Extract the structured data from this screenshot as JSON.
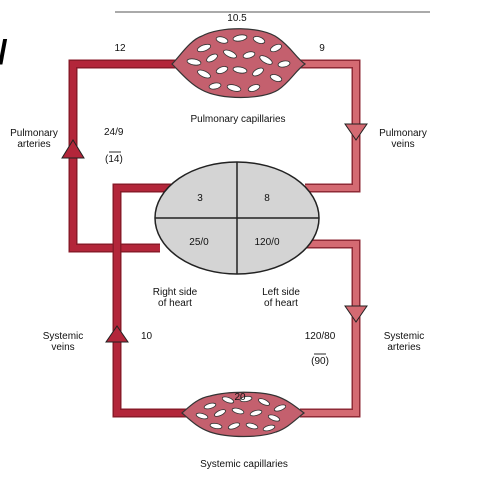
{
  "header": {
    "partial_glyph": "/"
  },
  "colors": {
    "arterial": "#c0394a",
    "venous": "#b3263a",
    "dark_red": "#8a1a28",
    "heart_fill": "#d4d4d4",
    "outline": "#222222"
  },
  "heart": {
    "right_atrium": "3",
    "left_atrium": "8",
    "right_ventricle": "25/0",
    "left_ventricle": "120/0",
    "right_side_line1": "Right side",
    "right_side_line2": "of heart",
    "left_side_line1": "Left side",
    "left_side_line2": "of heart"
  },
  "pulmonary": {
    "capillaries_label": "Pulmonary capillaries",
    "capillary_pressure": "10.5",
    "arterial_end_pressure": "12",
    "venous_end_pressure": "9",
    "arteries_label_line1": "Pulmonary",
    "arteries_label_line2": "arteries",
    "veins_label_line1": "Pulmonary",
    "veins_label_line2": "veins",
    "artery_pressure": "24/9",
    "artery_mean": "14"
  },
  "systemic": {
    "capillaries_label": "Systemic capillaries",
    "capillary_pressure": "20",
    "veins_label_line1": "Systemic",
    "veins_label_line2": "veins",
    "vein_pressure": "10",
    "arteries_label_line1": "Systemic",
    "arteries_label_line2": "arteries",
    "artery_pressure": "120/80",
    "artery_mean": "90"
  }
}
